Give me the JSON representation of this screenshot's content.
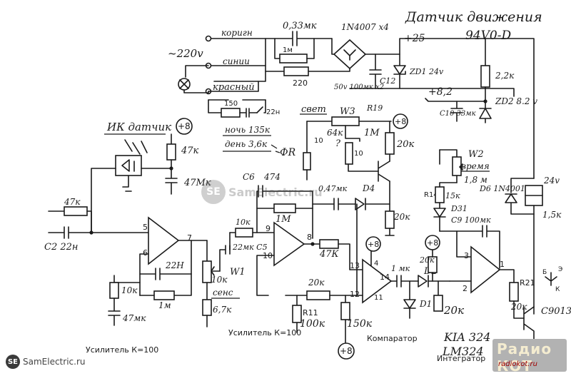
{
  "title": "Датчик движения",
  "board_code": "94V0-D",
  "mains": {
    "voltage": "~220v",
    "wire_1": "коригн",
    "wire_2": "синии",
    "wire_3": "красный"
  },
  "labels": {
    "cap_033": "0,33мк",
    "diode_bridge": "1N4007 x4",
    "r_1m_top": "1м",
    "r_220": "220",
    "r_150": "150",
    "cap_22n_relay": "22н",
    "c12_value": "50v 100мк x2",
    "c12": "C12",
    "plus25": "+25",
    "zd1": "ZD1 24v",
    "r_2_2k": "2,2к",
    "plus82": "+8,2",
    "c10": "C10 33мк",
    "zd2": "ZD2 8.2 v",
    "svet": "свет",
    "w3": "W3",
    "r19": "R19",
    "r_64k": "64к",
    "r_1m_w3": "1М",
    "q_mark": "?",
    "r_10_a": "10",
    "r_10_b": "10",
    "r_20k_w3": "20к",
    "noch": "ночь 135к",
    "den": "день 3,6к",
    "phr": "ФR",
    "ir_sensor": "ИК датчик",
    "r_47k_ir": "47к",
    "c_47mk_ir": "47Мк",
    "r_47k_in": "47к",
    "c2": "C2 22н",
    "c6": "C6",
    "c6_val": "474",
    "r_1m_c6": "1М",
    "r_10k_in": "10к",
    "c5": "22мк C5",
    "r_47k_out": "47К",
    "c_047": "0,47мк",
    "d4": "D4",
    "r_20k_d4": "20к",
    "w2": "W2",
    "vremya": "время",
    "r_1_8m": "1,8 м",
    "r14": "R14",
    "r_15k": "15к",
    "d3": "D31",
    "c9": "C9 100мк",
    "d6": "D6 1N4001",
    "relay_24v": "24v",
    "relay_1_5k": "1,5к",
    "r_20k_int": "20к",
    "r21": "R21",
    "r_20k_r21": "20к",
    "c_1mk": "1 мк",
    "d2": "D2",
    "d1": "D1",
    "r_20k_mid": "20к",
    "r_20k_bot": "20к",
    "r11": "R11",
    "r_100k": "100к",
    "r_150k": "150к",
    "r_10k_c": "10к",
    "c_22h": "22Н",
    "r_1m_c": "1м",
    "c_47mk_bot": "47мк",
    "w1": "W1",
    "r_10k_w1": "10к",
    "sens": "сенс",
    "r_6_7k": "6,7к",
    "transistor": "C9013",
    "chip1": "KIA 324",
    "chip2": "LM324",
    "plus8_ir": "+8",
    "plus8_w3": "+8",
    "plus8_comp": "+8",
    "plus8_int": "+8",
    "plus8_bot": "+8",
    "pin5": "5",
    "pin6": "6",
    "pin7": "7",
    "pin9": "9",
    "pin10": "10",
    "pin8": "8",
    "pin13": "13",
    "pin12": "12",
    "pin14": "14",
    "pin4": "4",
    "pin11": "11",
    "pin3": "3",
    "pin2": "2",
    "pin1": "1",
    "t_b": "Б",
    "t_e": "Э",
    "t_k": "К"
  },
  "captions": {
    "amp100": "Усилитель К=100",
    "amp100_b": "Усилитель К=100",
    "comparator": "Компаратор",
    "integrator": "Интегратор"
  },
  "watermarks": {
    "site": "SamElectric.ru",
    "logo": "SE",
    "center": "SamElectric.ru",
    "rk_title": "Радио КОТ",
    "rk_url": "radiokot.ru"
  }
}
